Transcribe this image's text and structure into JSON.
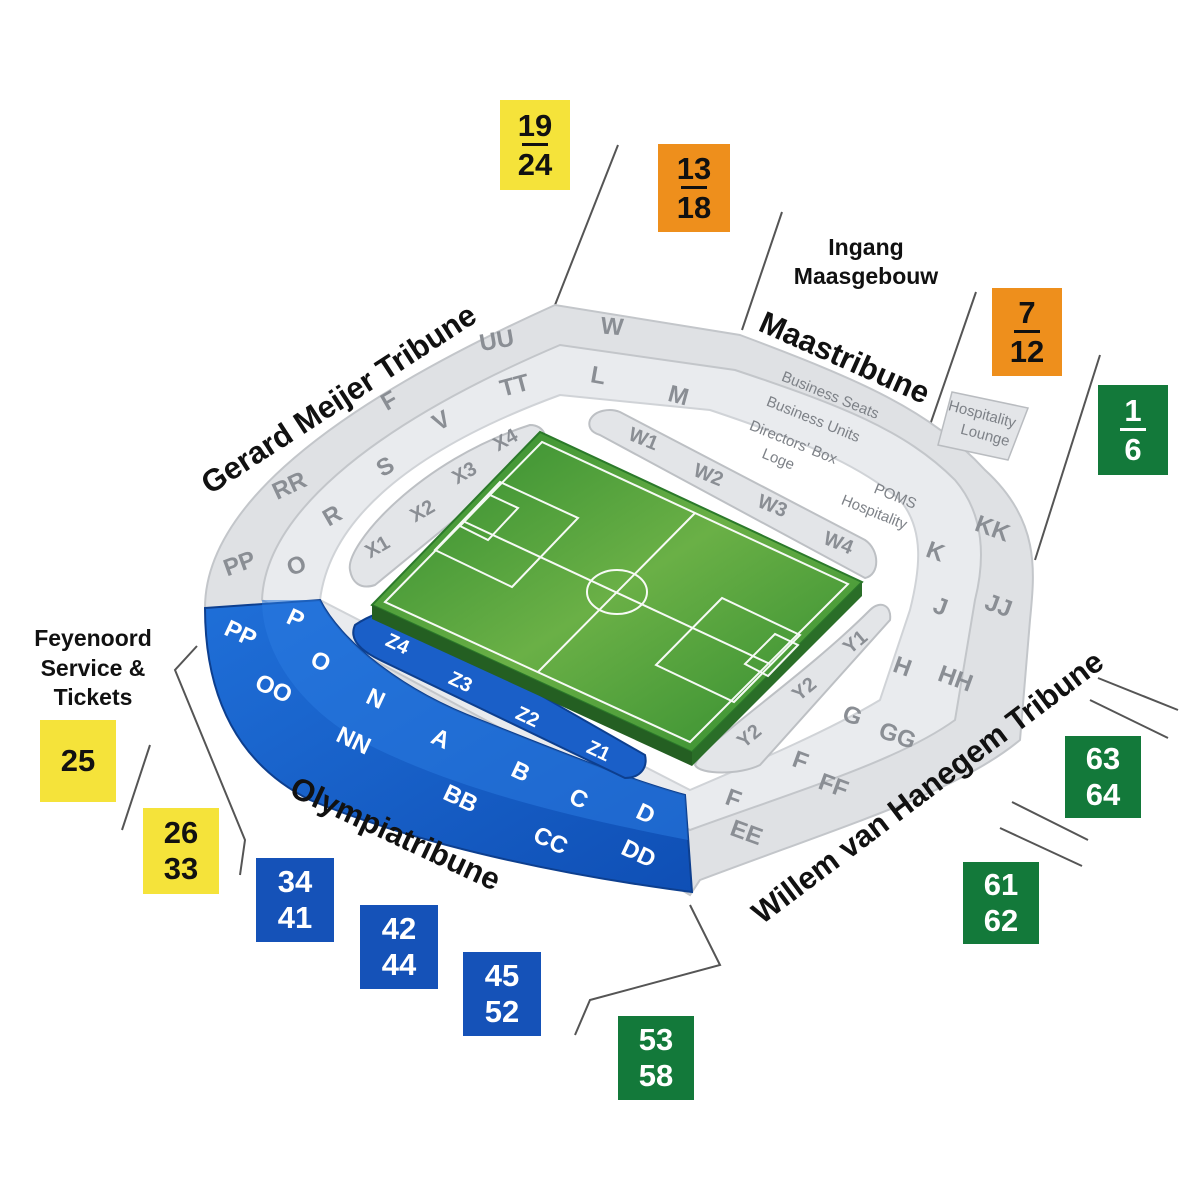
{
  "stands": {
    "gerard_meijer": "Gerard Meijer Tribune",
    "maastribune": "Maastribune",
    "olympiatribune": "Olympiatribune",
    "willem_van_hanegem": "Willem van Hanegem Tribune"
  },
  "labels": {
    "ingang_line1": "Ingang",
    "ingang_line2": "Maasgebouw",
    "service_line1": "Feyenoord",
    "service_line2": "Service &",
    "service_line3": "Tickets",
    "business_seats": "Business Seats",
    "business_units": "Business Units",
    "directors_box": "Directors' Box",
    "loge": "Loge",
    "poms": "POMS",
    "hospitality": "Hospitality",
    "hospitality_lounge_1": "Hospitality",
    "hospitality_lounge_2": "Lounge"
  },
  "sections": {
    "UU": "UU",
    "TT": "TT",
    "F": "F",
    "V": "V",
    "RR": "RR",
    "S": "S",
    "R": "R",
    "PP_top": "PP",
    "O_top": "O",
    "X1": "X1",
    "X2": "X2",
    "X3": "X3",
    "X4": "X4",
    "W": "W",
    "L": "L",
    "M": "M",
    "W1": "W1",
    "W2": "W2",
    "W3": "W3",
    "W4": "W4",
    "KK": "KK",
    "K": "K",
    "JJ": "JJ",
    "J": "J",
    "HH": "HH",
    "H": "H",
    "GG": "GG",
    "G": "G",
    "FF": "FF",
    "F_right": "F",
    "F_low": "F",
    "EE": "EE",
    "Y1": "Y1",
    "Y2a": "Y2",
    "Y2b": "Y2",
    "PP": "PP",
    "P": "P",
    "OO": "OO",
    "O": "O",
    "N": "N",
    "NN": "NN",
    "A": "A",
    "B": "B",
    "BB": "BB",
    "C": "C",
    "CC": "CC",
    "D": "D",
    "DD": "DD",
    "Z1": "Z1",
    "Z2": "Z2",
    "Z3": "Z3",
    "Z4": "Z4"
  },
  "gates": [
    {
      "id": "g19",
      "top": "19",
      "bottom": "24",
      "dash": true,
      "color": "yellow"
    },
    {
      "id": "g13",
      "top": "13",
      "bottom": "18",
      "dash": true,
      "color": "orange"
    },
    {
      "id": "g7",
      "top": "7",
      "bottom": "12",
      "dash": true,
      "color": "orange"
    },
    {
      "id": "g1",
      "top": "1",
      "bottom": "6",
      "dash": true,
      "color": "green"
    },
    {
      "id": "g25",
      "top": "25",
      "bottom": "",
      "dash": false,
      "color": "yellow"
    },
    {
      "id": "g26",
      "top": "26",
      "bottom": "33",
      "dash": false,
      "color": "yellow"
    },
    {
      "id": "g34",
      "top": "34",
      "bottom": "41",
      "dash": false,
      "color": "blue"
    },
    {
      "id": "g42",
      "top": "42",
      "bottom": "44",
      "dash": false,
      "color": "blue"
    },
    {
      "id": "g45",
      "top": "45",
      "bottom": "52",
      "dash": false,
      "color": "blue"
    },
    {
      "id": "g53",
      "top": "53",
      "bottom": "58",
      "dash": false,
      "color": "green"
    },
    {
      "id": "g61",
      "top": "61",
      "bottom": "62",
      "dash": false,
      "color": "green"
    },
    {
      "id": "g63",
      "top": "63",
      "bottom": "64",
      "dash": false,
      "color": "green"
    }
  ],
  "colors": {
    "yellow": "#f5e33a",
    "orange": "#ee8f1c",
    "blue": "#1552b8",
    "green": "#13793a",
    "stand_grey": "#dfe1e4",
    "stand_blue": "#1a63cc",
    "pitch": "#3f9a3a"
  }
}
